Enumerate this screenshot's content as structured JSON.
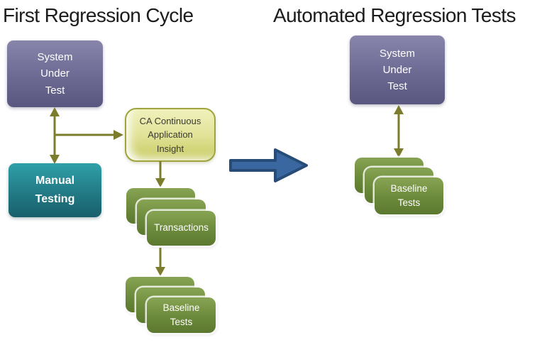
{
  "left_panel": {
    "title": "First Regression Cycle",
    "system_under_test": {
      "lines": [
        "System",
        "Under",
        "Test"
      ]
    },
    "manual_testing": {
      "lines": [
        "Manual",
        "Testing"
      ]
    },
    "ca_insight": {
      "lines": [
        "CA Continuous",
        "Application",
        "Insight"
      ]
    },
    "transactions": {
      "label": "Transactions"
    },
    "baseline_tests": {
      "lines": [
        "Baseline",
        "Tests"
      ]
    }
  },
  "right_panel": {
    "title": "Automated Regression Tests",
    "system_under_test": {
      "lines": [
        "System",
        "Under",
        "Test"
      ]
    },
    "baseline_tests": {
      "lines": [
        "Baseline",
        "Tests"
      ]
    }
  },
  "colors": {
    "purple_box_top": "#8885AB",
    "purple_box_bottom": "#595780",
    "teal_box_top": "#2FA0A8",
    "teal_box_bottom": "#185F6B",
    "green_card_top": "#88A354",
    "green_card_bottom": "#5B782F",
    "yellow_box_top": "#F0F1BC",
    "yellow_box_bottom": "#C7CA60",
    "yellow_box_border": "#9FA53C",
    "olive_arrow": "#7B7C2C",
    "blue_arrow_fill": "#3A67A0",
    "blue_arrow_stroke": "#284C78",
    "title_text": "#1C1C1C"
  }
}
